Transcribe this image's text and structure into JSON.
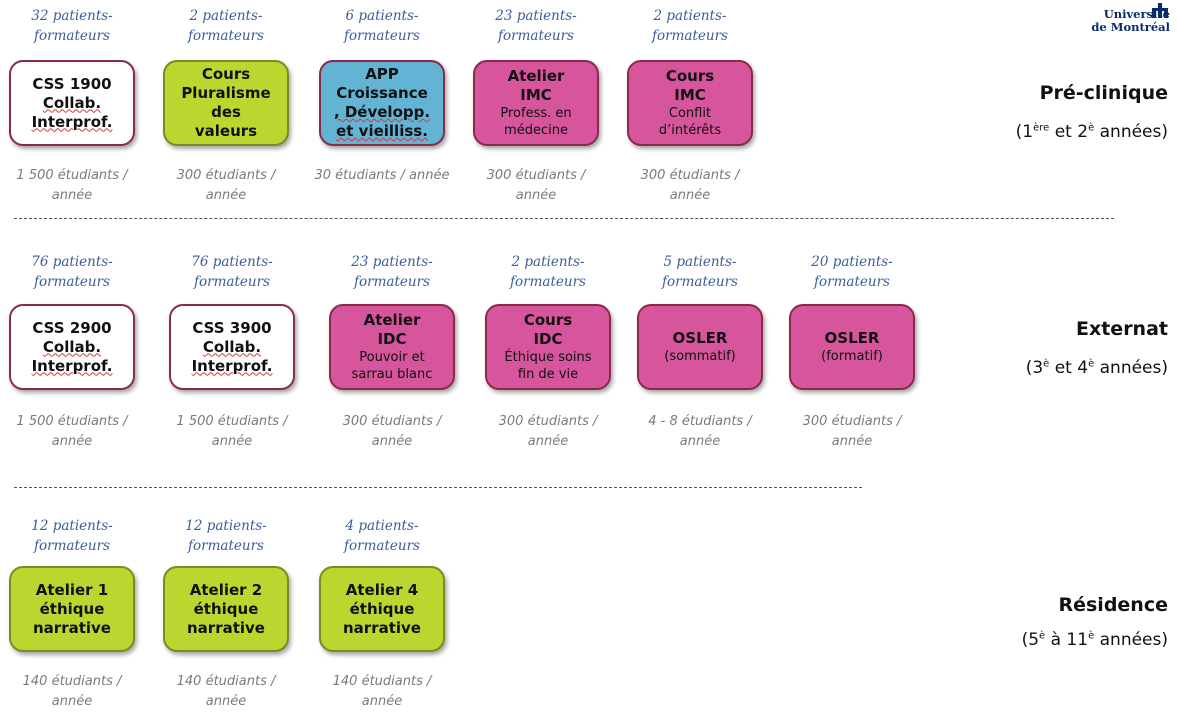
{
  "logo": {
    "line1": "Université",
    "line2": "de Montréal"
  },
  "sections": [
    {
      "title": "Pré-clinique",
      "sub_pre": "(1",
      "sub_sup1": "ère",
      "sub_mid": " et 2",
      "sub_sup2": "è",
      "sub_post": " années)"
    },
    {
      "title": "Externat",
      "sub_pre": "(3",
      "sub_sup1": "è",
      "sub_mid": " et 4",
      "sub_sup2": "è",
      "sub_post": " années)"
    },
    {
      "title": "Résidence",
      "sub_pre": "(5",
      "sub_sup1": "è",
      "sub_mid": " à 11",
      "sub_sup2": "è",
      "sub_post": " années)"
    }
  ],
  "rows": [
    [
      {
        "pf": "32 patients-formateurs",
        "title": [
          "CSS 1900",
          "Collab.",
          "Interprof."
        ],
        "sub": [],
        "students": "1 500 étudiants / année",
        "color": "white"
      },
      {
        "pf": "2 patients-formateurs",
        "title": [
          "Cours",
          "Pluralisme",
          "des",
          "valeurs"
        ],
        "sub": [],
        "students": "300 étudiants / année",
        "color": "green"
      },
      {
        "pf": "6 patients-formateurs",
        "title": [
          "APP",
          "Croissance",
          ", Développ.",
          "et vieilliss."
        ],
        "sub": [],
        "students": "30 étudiants / année",
        "color": "blue"
      },
      {
        "pf": "23 patients-formateurs",
        "title": [
          "Atelier",
          "IMC"
        ],
        "sub": [
          "Profess. en",
          "médecine"
        ],
        "students": "300 étudiants / année",
        "color": "pink"
      },
      {
        "pf": "2 patients-formateurs",
        "title": [
          "Cours",
          "IMC"
        ],
        "sub": [
          "Conflit",
          "d’intérêts"
        ],
        "students": "300 étudiants / année",
        "color": "pink"
      }
    ],
    [
      {
        "pf": "76 patients-formateurs",
        "title": [
          "CSS 2900",
          "Collab.",
          "Interprof."
        ],
        "sub": [],
        "students": "1 500 étudiants / année",
        "color": "white"
      },
      {
        "pf": "76 patients-formateurs",
        "title": [
          "CSS 3900",
          "Collab.",
          "Interprof."
        ],
        "sub": [],
        "students": "1 500 étudiants / année",
        "color": "white"
      },
      {
        "pf": "23 patients-formateurs",
        "title": [
          "Atelier",
          "IDC"
        ],
        "sub": [
          "Pouvoir et",
          "sarrau blanc"
        ],
        "students": "300 étudiants / année",
        "color": "pink"
      },
      {
        "pf": "2 patients-formateurs",
        "title": [
          "Cours",
          "IDC"
        ],
        "sub": [
          "Éthique soins",
          "fin de vie"
        ],
        "students": "300 étudiants / année",
        "color": "pink"
      },
      {
        "pf": "5 patients-formateurs",
        "title": [
          "OSLER"
        ],
        "sub": [
          "(sommatif)"
        ],
        "students": "4 - 8 étudiants / année",
        "color": "pink"
      },
      {
        "pf": "20 patients-formateurs",
        "title": [
          "OSLER"
        ],
        "sub": [
          "(formatif)"
        ],
        "students": "300 étudiants / année",
        "color": "pink"
      }
    ],
    [
      {
        "pf": "12 patients-formateurs",
        "title": [
          "Atelier 1",
          "éthique",
          "narrative"
        ],
        "sub": [],
        "students": "140 étudiants / année",
        "color": "green"
      },
      {
        "pf": "12 patients-formateurs",
        "title": [
          "Atelier 2",
          "éthique",
          "narrative"
        ],
        "sub": [],
        "students": "140 étudiants / année",
        "color": "green"
      },
      {
        "pf": "4 patients-formateurs",
        "title": [
          "Atelier 4",
          "éthique",
          "narrative"
        ],
        "sub": [],
        "students": "140 étudiants / année",
        "color": "green"
      }
    ]
  ]
}
